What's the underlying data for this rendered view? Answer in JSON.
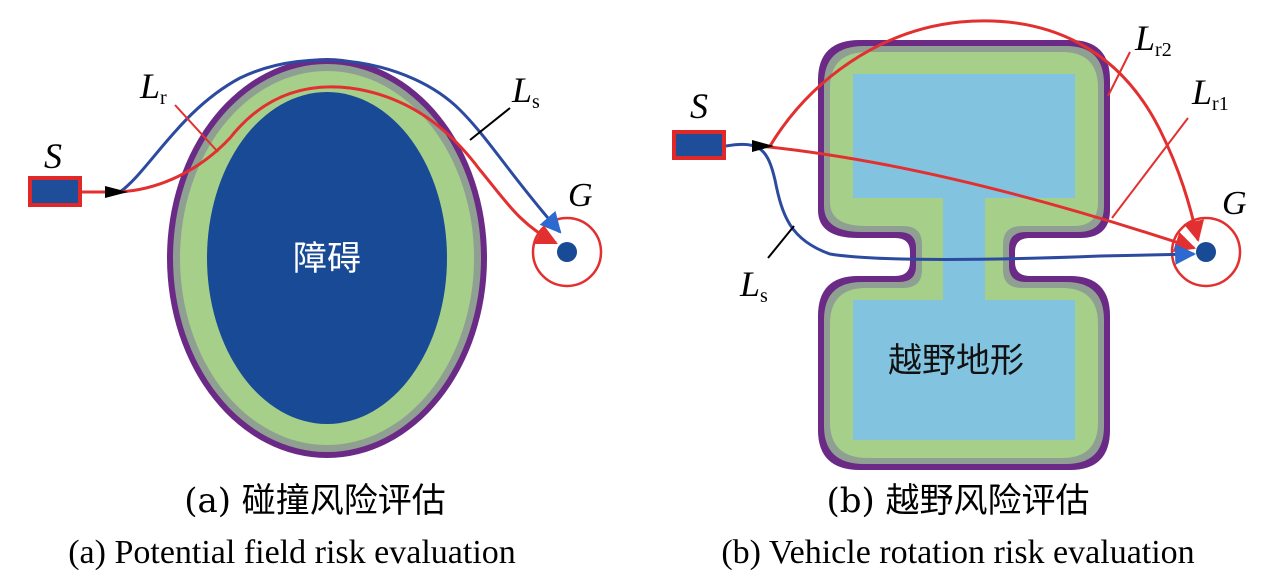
{
  "panel_a": {
    "start_label": "S",
    "goal_label": "G",
    "path_risk_label": "L",
    "path_risk_sub": "r",
    "path_short_label": "L",
    "path_short_sub": "s",
    "region_label": "障碍",
    "caption_cn": "(a) 碰撞风险评估",
    "caption_en": "(a) Potential field risk evaluation"
  },
  "panel_b": {
    "start_label": "S",
    "goal_label": "G",
    "path_r2_label": "L",
    "path_r2_sub": "r2",
    "path_r1_label": "L",
    "path_r1_sub": "r1",
    "path_short_label": "L",
    "path_short_sub": "s",
    "region_label": "越野地形",
    "caption_cn": "(b) 越野风险评估",
    "caption_en": "(b) Vehicle rotation risk evaluation"
  },
  "colors": {
    "obstacle": "#184a95",
    "terrain": "#82c4e0",
    "band_green": "#a6cf8a",
    "band_purple": "#6a2a86",
    "path_red": "#e23030",
    "path_blue": "#2c4aa0",
    "start_fill": "#1e4e9a",
    "start_border": "#e02828"
  }
}
